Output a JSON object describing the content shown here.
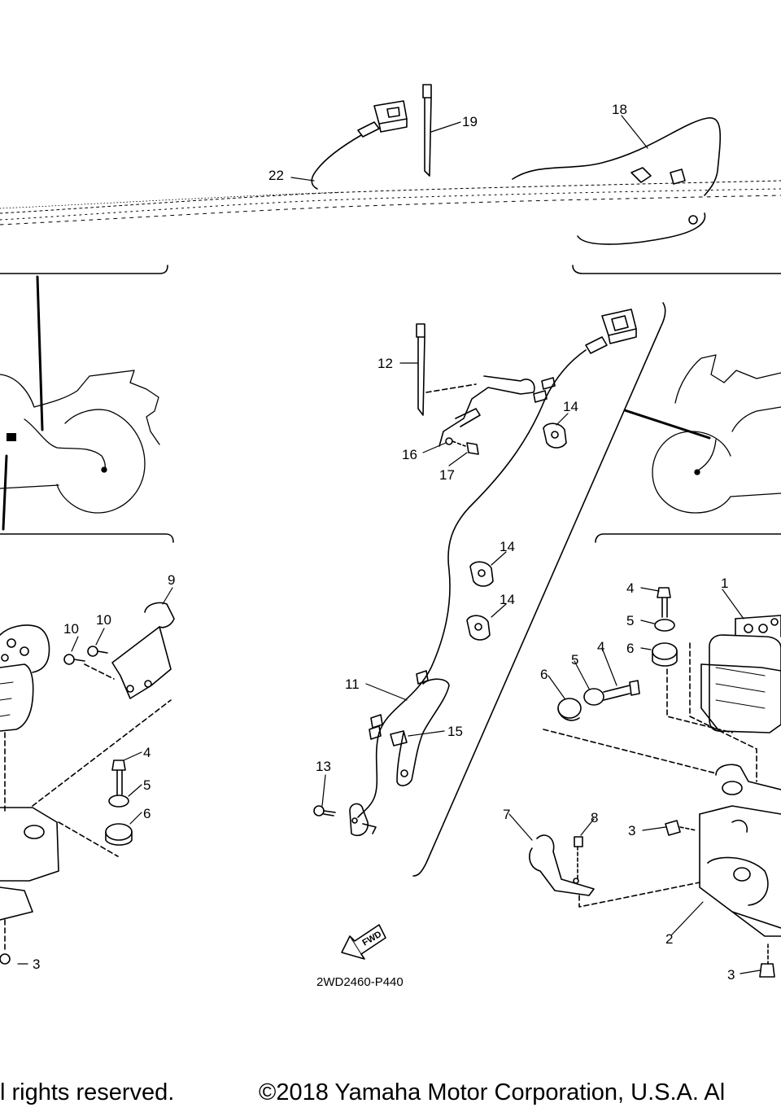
{
  "diagram": {
    "drawing_code": "2WD2460-P440",
    "fwd_label": "FWD",
    "callouts": [
      "1",
      "2",
      "3",
      "3",
      "3",
      "4",
      "4",
      "4",
      "5",
      "5",
      "5",
      "6",
      "6",
      "6",
      "7",
      "8",
      "9",
      "10",
      "10",
      "11",
      "12",
      "13",
      "14",
      "14",
      "14",
      "15",
      "16",
      "17",
      "18",
      "19",
      "22"
    ]
  },
  "footer": {
    "left_text": "l rights reserved.",
    "right_text": "©2018 Yamaha Motor Corporation, U.S.A. Al"
  }
}
